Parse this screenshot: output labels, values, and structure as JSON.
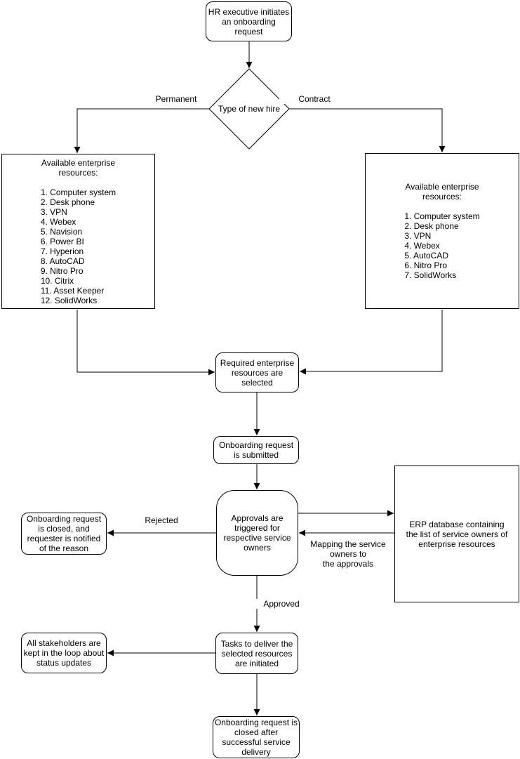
{
  "diagram": {
    "nodes": {
      "start": {
        "label": "HR executive initiates an onboarding request"
      },
      "decision": {
        "label": "Type of new hire"
      },
      "left_resources": {
        "title": "Available enterprise resources:",
        "items": [
          "1. Computer system",
          "2. Desk phone",
          "3. VPN",
          "4. Webex",
          "5. Navision",
          "6. Power BI",
          "7. Hyperion",
          "8. AutoCAD",
          "9. Nitro Pro",
          "10. Citrix",
          "11. Asset Keeper",
          "12. SolidWorks"
        ]
      },
      "right_resources": {
        "title": "Available enterprise resources:",
        "items": [
          "1. Computer system",
          "2. Desk phone",
          "3. VPN",
          "4. Webex",
          "5. AutoCAD",
          "6. Nitro Pro",
          "7. SolidWorks"
        ]
      },
      "required": {
        "label": "Required enterprise resources are selected"
      },
      "submitted": {
        "label": "Onboarding request is submitted"
      },
      "approvals": {
        "label": "Approvals are triggered for respective service owners"
      },
      "erp": {
        "label": "ERP database containing the list of service owners of enterprise resources"
      },
      "rejected_close": {
        "label": "Onboarding request is closed, and requester is notified of the reason"
      },
      "tasks": {
        "label": "Tasks to deliver the selected resources are initiated"
      },
      "stakeholders": {
        "label": "All stakeholders are kept in the loop about status updates"
      },
      "final_close": {
        "label": "Onboarding request is closed after successful service delivery"
      }
    },
    "edge_labels": {
      "permanent": "Permanent",
      "contract": "Contract",
      "rejected": "Rejected",
      "approved": "Approved",
      "mapping": "Mapping the service\nowners to\nthe approvals"
    },
    "colors": {
      "stroke": "#000000",
      "fill": "#ffffff"
    }
  }
}
